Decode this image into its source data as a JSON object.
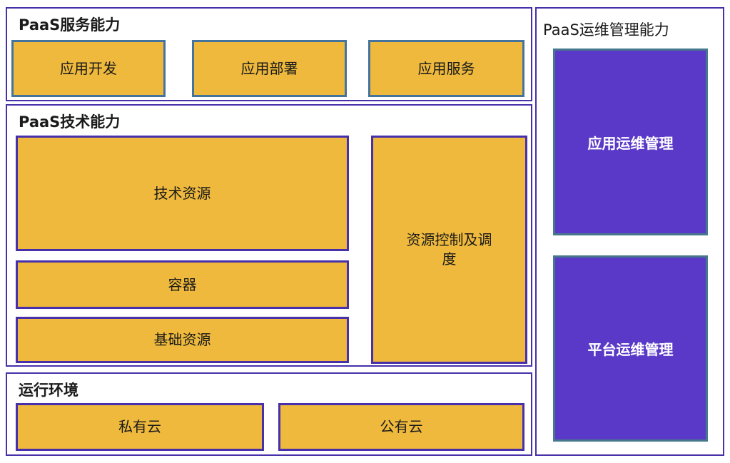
{
  "colors": {
    "gold_fill": "#EEB93C",
    "steel_border": "#44739E",
    "purple_border": "#4730AA",
    "purple_fill": "#5A39C8",
    "teal_border": "#45788C",
    "text_dark": "#1a1a1a",
    "text_light": "#ffffff"
  },
  "service_section": {
    "title": "PaaS服务能力",
    "boxes": [
      "应用开发",
      "应用部署",
      "应用服务"
    ]
  },
  "tech_section": {
    "title": "PaaS技术能力",
    "stack_boxes": [
      "技术资源",
      "容器",
      "基础资源"
    ],
    "side_box": "资源控制及调度"
  },
  "runtime_section": {
    "title": "运行环境",
    "boxes": [
      "私有云",
      "公有云"
    ]
  },
  "ops_section": {
    "title": "PaaS运维管理能力",
    "boxes": [
      "应用运维管理",
      "平台运维管理"
    ]
  }
}
